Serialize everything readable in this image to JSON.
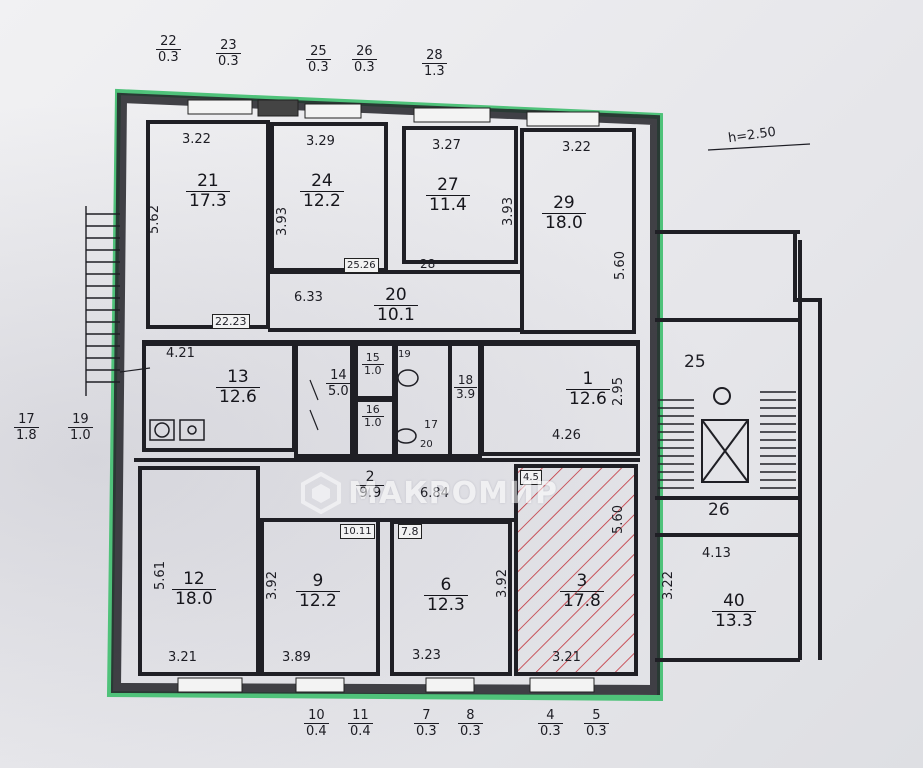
{
  "ceiling_height": "h=2.50",
  "windows_top": [
    {
      "num": "22",
      "area": "0.3"
    },
    {
      "num": "23",
      "area": "0.3"
    },
    {
      "num": "25",
      "area": "0.3"
    },
    {
      "num": "26",
      "area": "0.3"
    },
    {
      "num": "28",
      "area": "1.3"
    }
  ],
  "windows_bottom": [
    {
      "num": "10",
      "area": "0.4"
    },
    {
      "num": "11",
      "area": "0.4"
    },
    {
      "num": "7",
      "area": "0.3"
    },
    {
      "num": "8",
      "area": "0.3"
    },
    {
      "num": "4",
      "area": "0.3"
    },
    {
      "num": "5",
      "area": "0.3"
    }
  ],
  "windows_left": [
    {
      "num": "17",
      "area": "1.8"
    },
    {
      "num": "19",
      "area": "1.0"
    }
  ],
  "rooms": [
    {
      "num": "21",
      "area": "17.3"
    },
    {
      "num": "24",
      "area": "12.2"
    },
    {
      "num": "27",
      "area": "11.4"
    },
    {
      "num": "29",
      "area": "18.0"
    },
    {
      "num": "20",
      "area": "10.1"
    },
    {
      "num": "13",
      "area": "12.6"
    },
    {
      "num": "14",
      "area": "5.0"
    },
    {
      "num": "15",
      "area": "1.0"
    },
    {
      "num": "16",
      "area": "1.0"
    },
    {
      "num": "17",
      "area": ""
    },
    {
      "num": "18",
      "area": "3.9"
    },
    {
      "num": "1",
      "area": "12.6"
    },
    {
      "num": "2",
      "area": "9.9"
    },
    {
      "num": "12",
      "area": "18.0"
    },
    {
      "num": "9",
      "area": "12.2"
    },
    {
      "num": "6",
      "area": "12.3"
    },
    {
      "num": "3",
      "area": "17.8"
    },
    {
      "num": "40",
      "area": "13.3"
    }
  ],
  "dimensions": {
    "top_21": "3.22",
    "top_24": "3.29",
    "top_27": "3.27",
    "top_29": "3.22",
    "side_21": "5.62",
    "side_24": "3.93",
    "side_27": "3.93",
    "side_29": "5.60",
    "corr_20": "6.33",
    "side_1": "2.95",
    "bottom_1": "4.26",
    "kitchen_13": "4.21",
    "hall_2": "6.84",
    "side_12": "5.61",
    "side_9": "3.92",
    "side_6": "3.92",
    "side_3": "5.60",
    "bottom_12": "3.21",
    "bottom_9": "3.89",
    "bottom_6": "3.23",
    "bottom_3": "3.21",
    "side_40": "3.22",
    "top_40": "4.13",
    "win_label_25": "25",
    "win_label_26": "26"
  },
  "small_labels": {
    "w_2223": "22.23",
    "w_2526": "25.26",
    "w_28": "28",
    "w_1011": "10.11",
    "w_78": "7.8",
    "w_45": "4.5",
    "room_19": "19",
    "room_20a": "20"
  },
  "stair_labels": {
    "a": "25",
    "b": "26"
  },
  "watermark": "МАКРОМИР",
  "colors": {
    "outline": "#4fc27a",
    "ink": "#1d1d24",
    "hatch": "#c2323a"
  }
}
